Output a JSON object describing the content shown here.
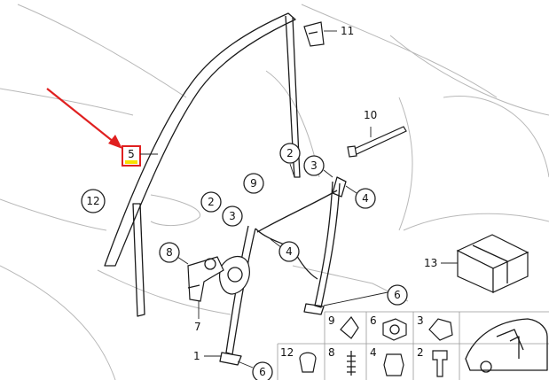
{
  "callouts": {
    "c2a": "2",
    "c3a": "3",
    "c4a": "4",
    "c2b": "2",
    "c3b": "3",
    "c9": "9",
    "c4b": "4",
    "c8": "8",
    "c12": "12",
    "c6a": "6",
    "c6b": "6"
  },
  "labels": {
    "l11": "11",
    "l10": "10",
    "l5": "5",
    "l13": "13",
    "l7": "7",
    "l1": "1"
  },
  "grid": {
    "g9": "9",
    "g6": "6",
    "g3": "3",
    "g12": "12",
    "g8": "8",
    "g4": "4",
    "g2": "2"
  },
  "colors": {
    "highlight": "#e02020",
    "highlight_fill": "#f7e000",
    "arrow": "#e02020"
  }
}
